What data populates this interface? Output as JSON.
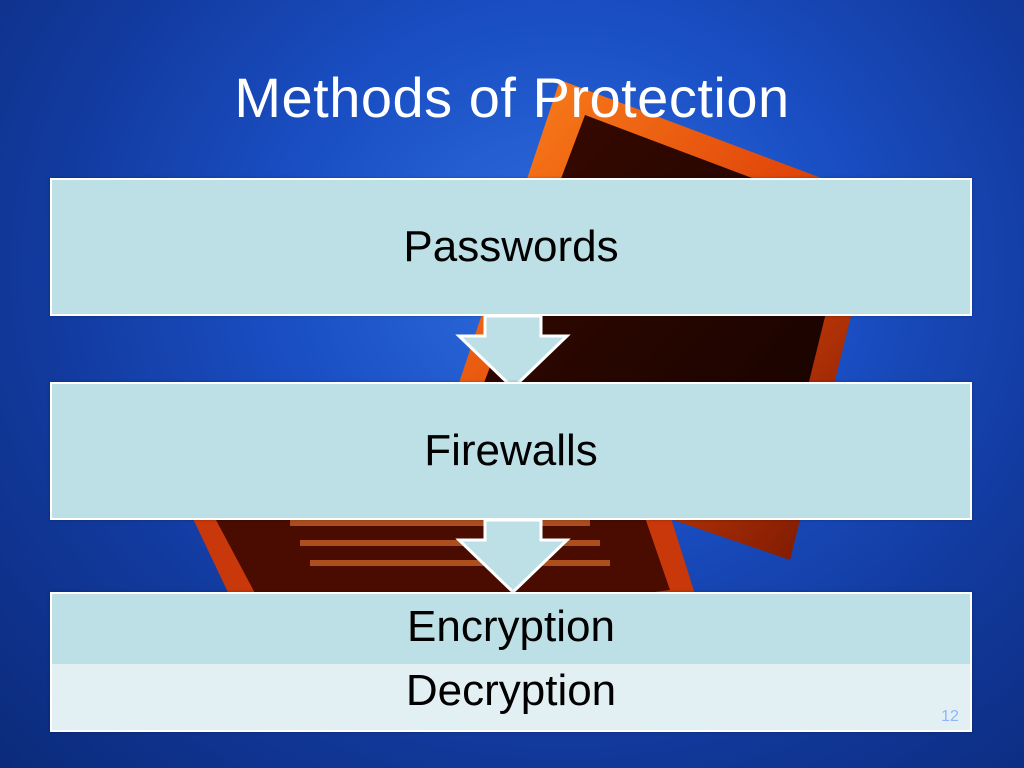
{
  "slide": {
    "title": "Methods of Protection",
    "page_number": "12"
  },
  "diagram": {
    "steps": [
      {
        "label": "Passwords"
      },
      {
        "label": "Firewalls"
      },
      {
        "label": "Encryption",
        "sub_label": "Decryption"
      }
    ]
  },
  "colors": {
    "background": "#1a4fc4",
    "box_fill": "#bde0e6",
    "box_fill_light": "#e3f0f3",
    "box_border": "#ffffff",
    "arrow_fill": "#bde0e6",
    "title_text": "#ffffff"
  }
}
